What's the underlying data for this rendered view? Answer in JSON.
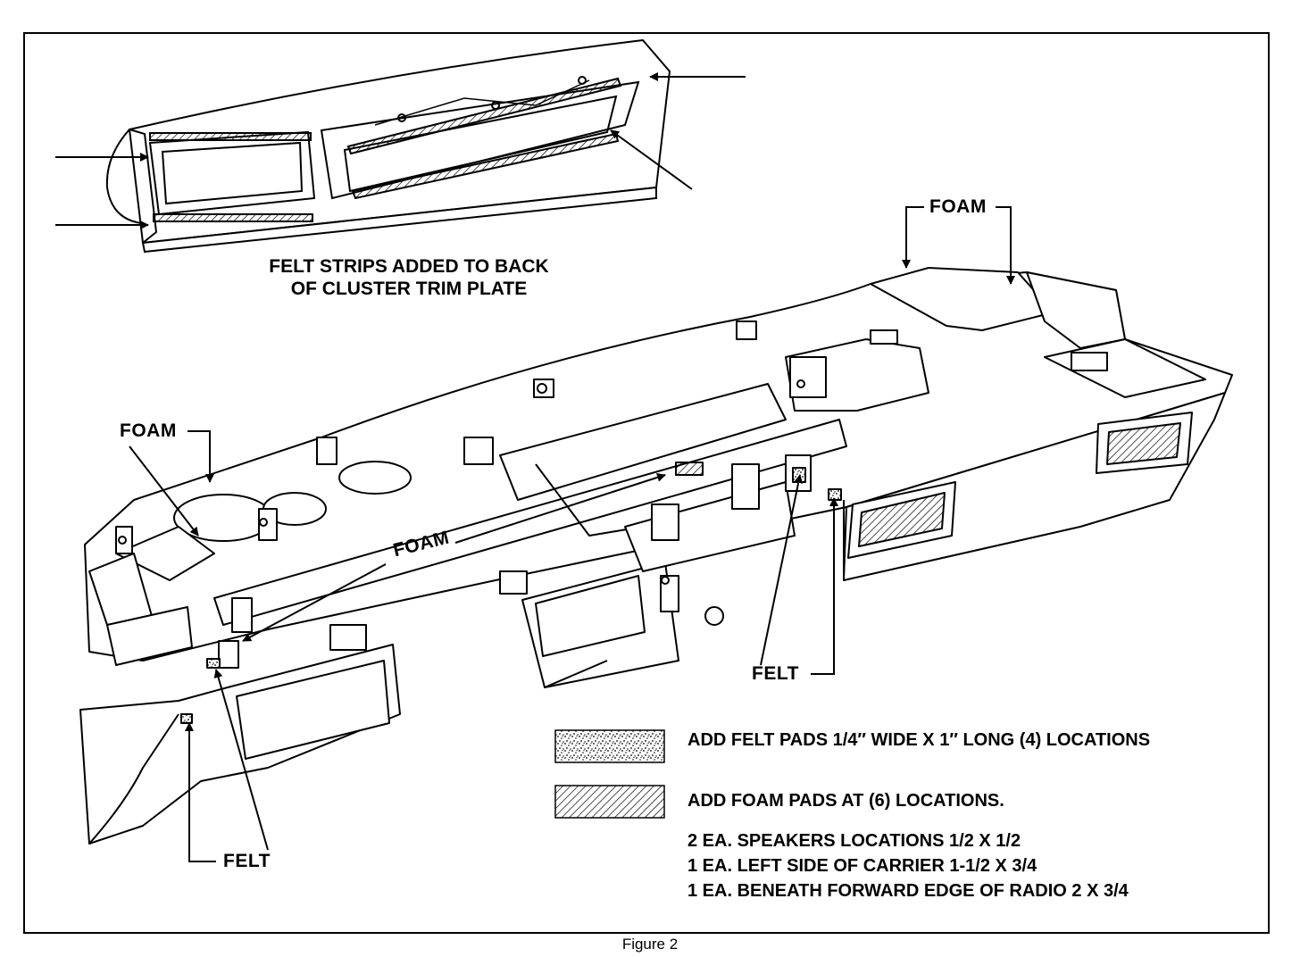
{
  "labels": {
    "foam_top": "FOAM",
    "foam_left": "FOAM",
    "foam_center": "FOAM",
    "felt_right": "FELT",
    "felt_bottom": "FELT"
  },
  "caption": {
    "line1": "FELT STRIPS ADDED TO BACK",
    "line2": "OF CLUSTER TRIM PLATE"
  },
  "legend": {
    "felt": "ADD FELT PADS 1/4″ WIDE X 1″ LONG (4) LOCATIONS",
    "foam": "ADD FOAM PADS AT (6) LOCATIONS."
  },
  "notes": [
    "2 EA. SPEAKERS LOCATIONS 1/2 X 1/2",
    "1 EA. LEFT SIDE OF CARRIER 1-1/2 X 3/4",
    "1 EA. BENEATH FORWARD EDGE OF RADIO 2 X 3/4"
  ],
  "figure_caption": "Figure 2"
}
